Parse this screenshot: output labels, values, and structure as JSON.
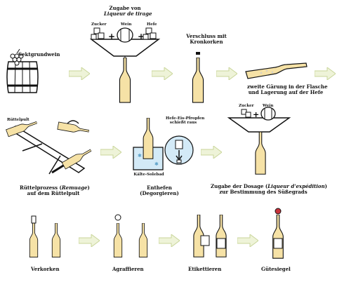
{
  "steps": {
    "sektgrundwein": "Sektgrundwein",
    "zugabe_tirage_line1": "Zugabe von",
    "zugabe_tirage_line2": "Liqueur de tirage",
    "zucker": "Zucker",
    "wein": "Wein",
    "hefe": "Hefe",
    "verschluss_line1": "Verschluss mit",
    "verschluss_line2": "Kronkorken",
    "gaerung_line1": "zweite Gärung in der Flasche",
    "gaerung_line2": "und Lagerung auf der Hefe",
    "ruettelpult": "Rüttelpult",
    "ruettel_line1a": "Rüttelprozess (",
    "ruettel_line1b": "Remuage",
    "ruettel_line1c": ")",
    "ruettel_line2": "auf dem Rüttelpult",
    "pfropfen_line1": "Hefe-Eis-Pfropfen",
    "pfropfen_line2": "schießt raus",
    "kaelte": "Kälte-Solebad",
    "enthefen_line1": "Enthefen",
    "enthefen_line2": "(Degorgieren)",
    "zucker2": "Zucker",
    "wein2": "Wein",
    "dosage_line1a": "Zugabe der Dosage (",
    "dosage_line1b": "Liqueur d'expédition",
    "dosage_line1c": ")",
    "dosage_line2": "zur Bestimmung des Süßegrads",
    "verkorken": "Verkorken",
    "agraffieren": "Agraffieren",
    "etikettieren": "Etikettieren",
    "guetesiegel": "Gütesiegel"
  },
  "colors": {
    "bottle": "#f6e2a6",
    "arrow": "#eef3d8",
    "arrow_stroke": "#c9d59a",
    "ice": "#d3eaf7",
    "wood": "#ffffff",
    "outline": "#111111",
    "seal": "#c8323a"
  }
}
